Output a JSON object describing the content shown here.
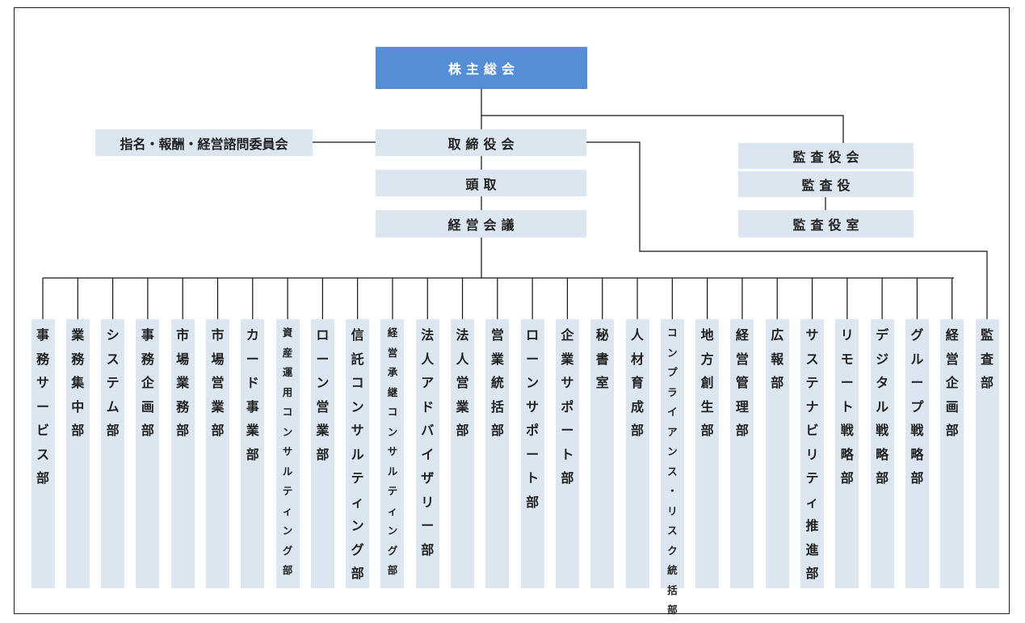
{
  "header": {
    "shareholders": "株主総会",
    "board": "取締役会",
    "committee": "指名・報酬・経営諮問委員会",
    "president": "頭取",
    "management_meeting": "経営会議"
  },
  "audit": {
    "board": "監査役会",
    "auditor": "監査役",
    "office": "監査役室"
  },
  "departments": [
    {
      "name": "事務サービス部"
    },
    {
      "name": "業務集中部"
    },
    {
      "name": "システム部"
    },
    {
      "name": "事務企画部"
    },
    {
      "name": "市場業務部"
    },
    {
      "name": "市場営業部"
    },
    {
      "name": "カード事業部"
    },
    {
      "name": "資産運用コンサルティング部"
    },
    {
      "name": "ローン営業部"
    },
    {
      "name": "信託コンサルティング部"
    },
    {
      "name": "経営承継コンサルティング部"
    },
    {
      "name": "法人アドバイザリー部"
    },
    {
      "name": "法人営業部"
    },
    {
      "name": "営業統括部"
    },
    {
      "name": "ローンサポート部"
    },
    {
      "name": "企業サポート部"
    },
    {
      "name": "秘書室"
    },
    {
      "name": "人材育成部"
    },
    {
      "name": "コンプライアンス・リスク統括部"
    },
    {
      "name": "地方創生部"
    },
    {
      "name": "経営管理部"
    },
    {
      "name": "広報部"
    },
    {
      "name": "サステナビリティ推進部"
    },
    {
      "name": "リモート戦略部"
    },
    {
      "name": "デジタル戦略部"
    },
    {
      "name": "グループ戦略部"
    },
    {
      "name": "経営企画部"
    },
    {
      "name": "監査部"
    }
  ],
  "colors": {
    "top_box": "#558ed5",
    "box": "#dce6f0",
    "line": "#111111"
  }
}
